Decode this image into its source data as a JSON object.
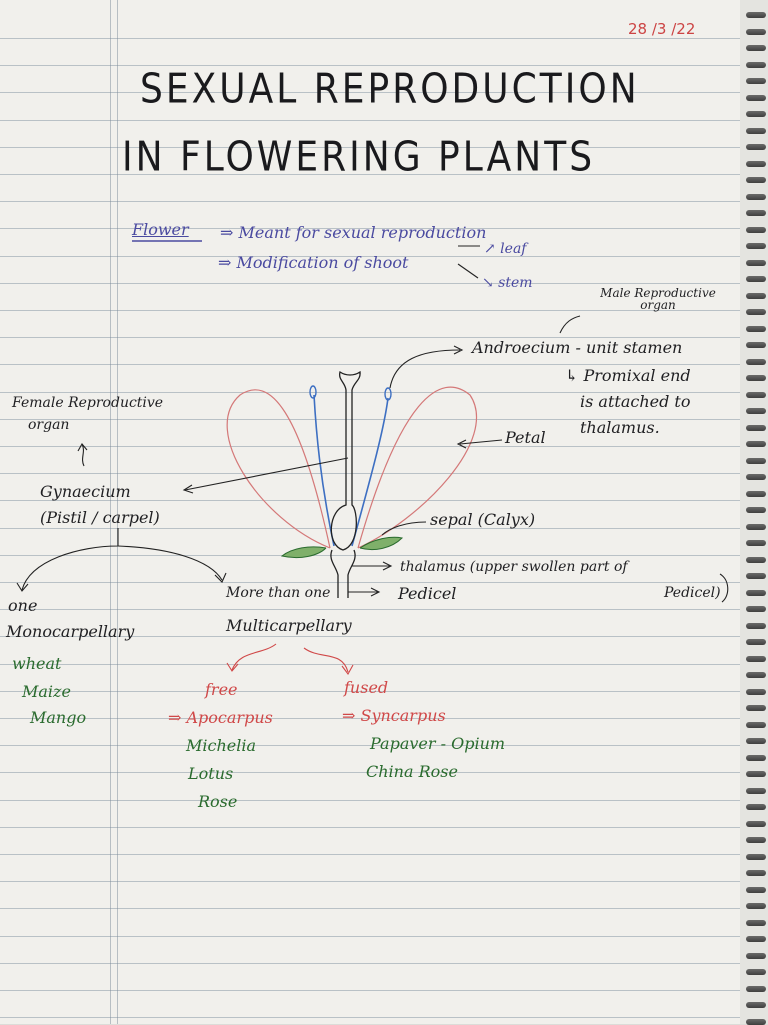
{
  "date": "28 /3 /22",
  "title": {
    "line1": "SEXUAL REPRODUCTION",
    "line2": "IN FLOWERING PLANTS"
  },
  "flower_note": {
    "term": "Flower",
    "point1": "⇒ Meant for sexual reproduction",
    "point2": "⇒ Modification of shoot",
    "branch_leaf": "↗ leaf",
    "branch_stem": "↘ stem"
  },
  "labels": {
    "male_organ": "Male Reproductive organ",
    "androecium": "Androecium - unit stamen",
    "proximal_1": "↳ Promixal end",
    "proximal_2": "is attached to",
    "proximal_3": "thalamus.",
    "petal": "Petal",
    "female_organ_1": "Female Reproductive",
    "female_organ_2": "organ",
    "gynoecium": "Gynaecium",
    "pistil": "(Pistil / carpel)",
    "sepal": "sepal (Calyx)",
    "thalamus_1": "thalamus (upper swollen part of",
    "thalamus_2": "Pedicel)",
    "pedicel": "Pedicel"
  },
  "classification": {
    "one": "one",
    "monocarpellary": "Monocarpellary",
    "mono_examples": [
      "wheat",
      "Maize",
      "Mango"
    ],
    "more_than_one": "More than one",
    "multicarpellary": "Multicarpellary",
    "free": "free",
    "apocarpus": "⇒ Apocarpus",
    "apo_examples": [
      "Michelia",
      "Lotus",
      "Rose"
    ],
    "fused": "fused",
    "syncarpus": "⇒ Syncarpus",
    "syn_examples": [
      "Papaver - Opium",
      "China Rose"
    ]
  },
  "colors": {
    "ink": "#1f1f22",
    "blue": "#4a4aa0",
    "red": "#d04848",
    "green": "#2a6b2e"
  }
}
